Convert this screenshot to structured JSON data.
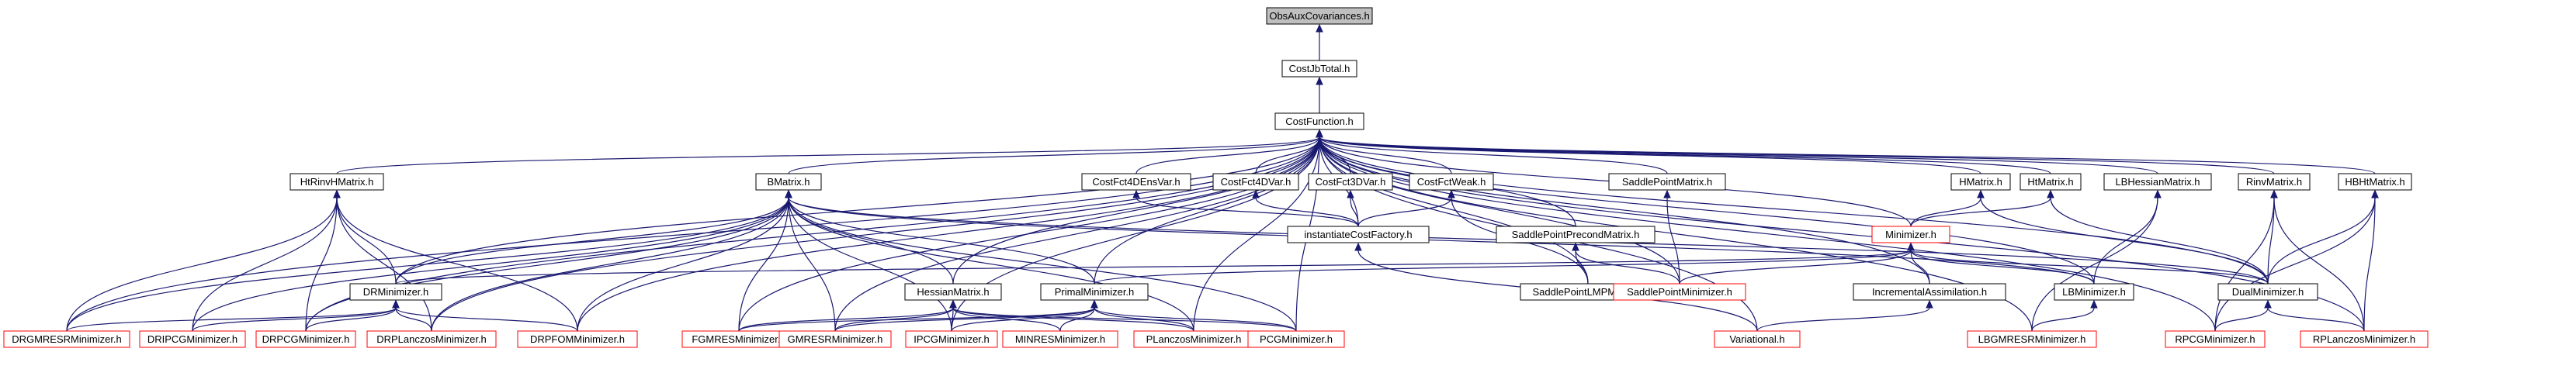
{
  "colors": {
    "edge": "#191970",
    "border_black": "#000000",
    "border_red": "#ff0000",
    "root_fill": "#bfbfbf",
    "node_fill": "#ffffff"
  },
  "nodes": {
    "obsaux": {
      "label": "ObsAuxCovariances.h",
      "border": "black",
      "fill": "root"
    },
    "costjbtotal": {
      "label": "CostJbTotal.h",
      "border": "black"
    },
    "costfunction": {
      "label": "CostFunction.h",
      "border": "black"
    },
    "htrinvhmatrix": {
      "label": "HtRinvHMatrix.h",
      "border": "black"
    },
    "bmatrix": {
      "label": "BMatrix.h",
      "border": "black"
    },
    "costfct4dens": {
      "label": "CostFct4DEnsVar.h",
      "border": "black"
    },
    "costfct4dvar": {
      "label": "CostFct4DVar.h",
      "border": "black"
    },
    "costfct3dvar": {
      "label": "CostFct3DVar.h",
      "border": "black"
    },
    "costfctweak": {
      "label": "CostFctWeak.h",
      "border": "black"
    },
    "saddlepointmatrix": {
      "label": "SaddlePointMatrix.h",
      "border": "black"
    },
    "hmatrix": {
      "label": "HMatrix.h",
      "border": "black"
    },
    "htmatrix": {
      "label": "HtMatrix.h",
      "border": "black"
    },
    "lbhessianmatrix": {
      "label": "LBHessianMatrix.h",
      "border": "black"
    },
    "rinvmatrix": {
      "label": "RinvMatrix.h",
      "border": "black"
    },
    "hbhtmatrix": {
      "label": "HBHtMatrix.h",
      "border": "black"
    },
    "instantiate": {
      "label": "instantiateCostFactory.h",
      "border": "black"
    },
    "saddleprecond": {
      "label": "SaddlePointPrecondMatrix.h",
      "border": "black"
    },
    "minimizer": {
      "label": "Minimizer.h",
      "border": "red"
    },
    "drminimizer": {
      "label": "DRMinimizer.h",
      "border": "black"
    },
    "hessianmatrix": {
      "label": "HessianMatrix.h",
      "border": "black"
    },
    "primalminimizer": {
      "label": "PrimalMinimizer.h",
      "border": "black"
    },
    "saddlelmp": {
      "label": "SaddlePointLMPMatrix.h",
      "border": "black"
    },
    "saddleminimizer": {
      "label": "SaddlePointMinimizer.h",
      "border": "red"
    },
    "incremental": {
      "label": "IncrementalAssimilation.h",
      "border": "black"
    },
    "lbminimizer": {
      "label": "LBMinimizer.h",
      "border": "black"
    },
    "dualminimizer": {
      "label": "DualMinimizer.h",
      "border": "black"
    },
    "drgmresr": {
      "label": "DRGMRESRMinimizer.h",
      "border": "red"
    },
    "dripcg": {
      "label": "DRIPCGMinimizer.h",
      "border": "red"
    },
    "drpcg": {
      "label": "DRPCGMinimizer.h",
      "border": "red"
    },
    "drplanczos": {
      "label": "DRPLanczosMinimizer.h",
      "border": "red"
    },
    "drpfom": {
      "label": "DRPFOMMinimizer.h",
      "border": "red"
    },
    "fgmres": {
      "label": "FGMRESMinimizer.h",
      "border": "red"
    },
    "gmresr": {
      "label": "GMRESRMinimizer.h",
      "border": "red"
    },
    "ipcg": {
      "label": "IPCGMinimizer.h",
      "border": "red"
    },
    "minres": {
      "label": "MINRESMinimizer.h",
      "border": "red"
    },
    "planczos": {
      "label": "PLanczosMinimizer.h",
      "border": "red"
    },
    "pcg": {
      "label": "PCGMinimizer.h",
      "border": "red"
    },
    "variational": {
      "label": "Variational.h",
      "border": "red"
    },
    "lbgmresr": {
      "label": "LBGMRESRMinimizer.h",
      "border": "red"
    },
    "rpcg": {
      "label": "RPCGMinimizer.h",
      "border": "red"
    },
    "rplanczos": {
      "label": "RPLanczosMinimizer.h",
      "border": "red"
    }
  },
  "edges": [
    [
      "costjbtotal",
      "obsaux"
    ],
    [
      "costfunction",
      "costjbtotal"
    ],
    [
      "htrinvhmatrix",
      "costfunction"
    ],
    [
      "bmatrix",
      "costfunction"
    ],
    [
      "costfct4dens",
      "costfunction"
    ],
    [
      "costfct4dvar",
      "costfunction"
    ],
    [
      "costfct3dvar",
      "costfunction"
    ],
    [
      "costfctweak",
      "costfunction"
    ],
    [
      "saddlepointmatrix",
      "costfunction"
    ],
    [
      "hmatrix",
      "costfunction"
    ],
    [
      "htmatrix",
      "costfunction"
    ],
    [
      "lbhessianmatrix",
      "costfunction"
    ],
    [
      "rinvmatrix",
      "costfunction"
    ],
    [
      "hbhtmatrix",
      "costfunction"
    ],
    [
      "instantiate",
      "costfunction"
    ],
    [
      "saddleprecond",
      "costfunction"
    ],
    [
      "minimizer",
      "costfunction"
    ],
    [
      "drminimizer",
      "costfunction"
    ],
    [
      "hessianmatrix",
      "costfunction"
    ],
    [
      "primalminimizer",
      "costfunction"
    ],
    [
      "saddlelmp",
      "costfunction"
    ],
    [
      "saddleminimizer",
      "costfunction"
    ],
    [
      "incremental",
      "costfunction"
    ],
    [
      "lbminimizer",
      "costfunction"
    ],
    [
      "dualminimizer",
      "costfunction"
    ],
    [
      "drgmresr",
      "costfunction"
    ],
    [
      "drpcg",
      "costfunction"
    ],
    [
      "drplanczos",
      "costfunction"
    ],
    [
      "drpfom",
      "costfunction"
    ],
    [
      "fgmres",
      "costfunction"
    ],
    [
      "gmresr",
      "costfunction"
    ],
    [
      "ipcg",
      "costfunction"
    ],
    [
      "planczos",
      "costfunction"
    ],
    [
      "pcg",
      "costfunction"
    ],
    [
      "variational",
      "costfunction"
    ],
    [
      "lbgmresr",
      "costfunction"
    ],
    [
      "rpcg",
      "costfunction"
    ],
    [
      "rplanczos",
      "costfunction"
    ],
    [
      "instantiate",
      "costfct4dens"
    ],
    [
      "instantiate",
      "costfct4dvar"
    ],
    [
      "instantiate",
      "costfct3dvar"
    ],
    [
      "instantiate",
      "costfctweak"
    ],
    [
      "saddlelmp",
      "costfctweak"
    ],
    [
      "saddleminimizer",
      "saddlepointmatrix"
    ],
    [
      "variational",
      "instantiate"
    ],
    [
      "drgmresr",
      "htrinvhmatrix"
    ],
    [
      "dripcg",
      "htrinvhmatrix"
    ],
    [
      "drpcg",
      "htrinvhmatrix"
    ],
    [
      "drplanczos",
      "htrinvhmatrix"
    ],
    [
      "drpfom",
      "htrinvhmatrix"
    ],
    [
      "drminimizer",
      "htrinvhmatrix"
    ],
    [
      "drgmresr",
      "bmatrix"
    ],
    [
      "dripcg",
      "bmatrix"
    ],
    [
      "drpcg",
      "bmatrix"
    ],
    [
      "drplanczos",
      "bmatrix"
    ],
    [
      "drpfom",
      "bmatrix"
    ],
    [
      "drminimizer",
      "bmatrix"
    ],
    [
      "fgmres",
      "bmatrix"
    ],
    [
      "gmresr",
      "bmatrix"
    ],
    [
      "ipcg",
      "bmatrix"
    ],
    [
      "planczos",
      "bmatrix"
    ],
    [
      "pcg",
      "bmatrix"
    ],
    [
      "hessianmatrix",
      "bmatrix"
    ],
    [
      "primalminimizer",
      "bmatrix"
    ],
    [
      "lbminimizer",
      "bmatrix"
    ],
    [
      "dualminimizer",
      "bmatrix"
    ],
    [
      "drgmresr",
      "drminimizer"
    ],
    [
      "dripcg",
      "drminimizer"
    ],
    [
      "drpcg",
      "drminimizer"
    ],
    [
      "drplanczos",
      "drminimizer"
    ],
    [
      "drpfom",
      "drminimizer"
    ],
    [
      "fgmres",
      "hessianmatrix"
    ],
    [
      "gmresr",
      "hessianmatrix"
    ],
    [
      "ipcg",
      "hessianmatrix"
    ],
    [
      "minres",
      "hessianmatrix"
    ],
    [
      "planczos",
      "hessianmatrix"
    ],
    [
      "pcg",
      "hessianmatrix"
    ],
    [
      "fgmres",
      "primalminimizer"
    ],
    [
      "gmresr",
      "primalminimizer"
    ],
    [
      "ipcg",
      "primalminimizer"
    ],
    [
      "minres",
      "primalminimizer"
    ],
    [
      "planczos",
      "primalminimizer"
    ],
    [
      "pcg",
      "primalminimizer"
    ],
    [
      "saddlelmp",
      "saddleprecond"
    ],
    [
      "saddleminimizer",
      "saddleprecond"
    ],
    [
      "minimizer",
      "hmatrix"
    ],
    [
      "minimizer",
      "htmatrix"
    ],
    [
      "dualminimizer",
      "hmatrix"
    ],
    [
      "dualminimizer",
      "htmatrix"
    ],
    [
      "drminimizer",
      "minimizer"
    ],
    [
      "primalminimizer",
      "minimizer"
    ],
    [
      "saddleminimizer",
      "minimizer"
    ],
    [
      "incremental",
      "minimizer"
    ],
    [
      "lbminimizer",
      "minimizer"
    ],
    [
      "dualminimizer",
      "minimizer"
    ],
    [
      "variational",
      "incremental"
    ],
    [
      "lbminimizer",
      "lbhessianmatrix"
    ],
    [
      "lbgmresr",
      "lbhessianmatrix"
    ],
    [
      "lbgmresr",
      "lbminimizer"
    ],
    [
      "dualminimizer",
      "rinvmatrix"
    ],
    [
      "rpcg",
      "rinvmatrix"
    ],
    [
      "rplanczos",
      "rinvmatrix"
    ],
    [
      "dualminimizer",
      "hbhtmatrix"
    ],
    [
      "rpcg",
      "hbhtmatrix"
    ],
    [
      "rplanczos",
      "hbhtmatrix"
    ],
    [
      "rpcg",
      "dualminimizer"
    ],
    [
      "rplanczos",
      "dualminimizer"
    ]
  ]
}
